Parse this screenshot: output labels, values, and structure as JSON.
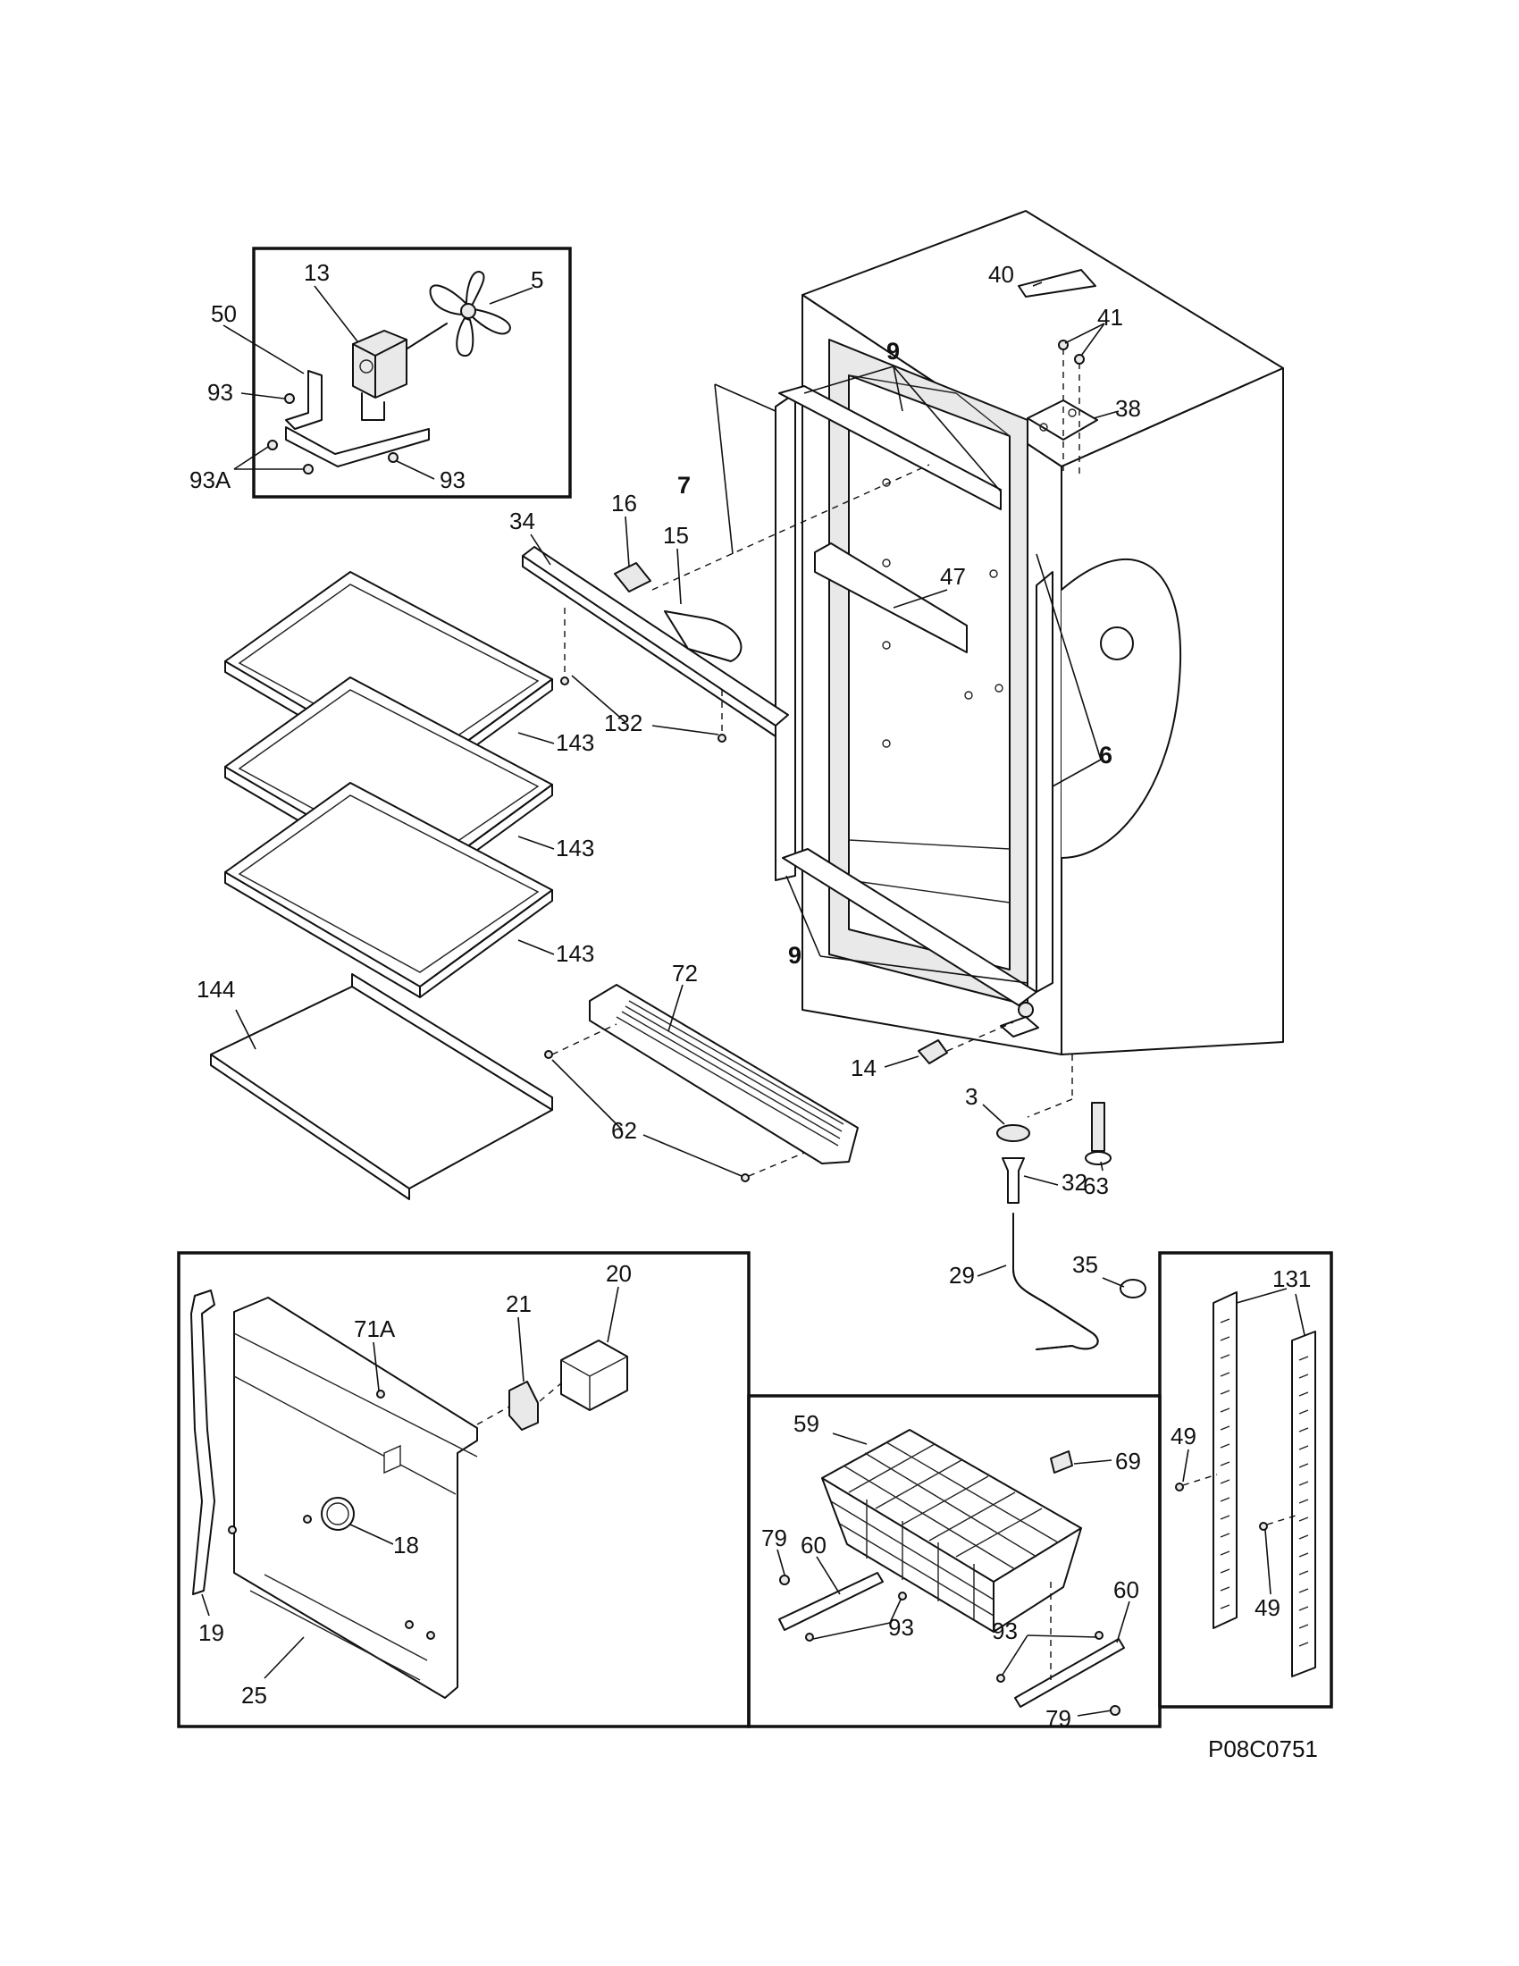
{
  "diagram": {
    "drawing_code": "P08C0751",
    "callouts": {
      "c_13": "13",
      "c_5": "5",
      "c_50": "50",
      "c_93_fan_top": "93",
      "c_93a": "93A",
      "c_93_fan_bot": "93",
      "c_40": "40",
      "c_41": "41",
      "c_38": "38",
      "c_9_top": "9",
      "c_7": "7",
      "c_16": "16",
      "c_15": "15",
      "c_34": "34",
      "c_47": "47",
      "c_132": "132",
      "c_6": "6",
      "c_143_a": "143",
      "c_143_b": "143",
      "c_143_c": "143",
      "c_144": "144",
      "c_72": "72",
      "c_9_bot": "9",
      "c_14": "14",
      "c_62": "62",
      "c_3": "3",
      "c_63": "63",
      "c_32": "32",
      "c_35": "35",
      "c_29": "29",
      "c_20": "20",
      "c_71a": "71A",
      "c_21": "21",
      "c_18": "18",
      "c_19": "19",
      "c_25": "25",
      "c_59": "59",
      "c_69": "69",
      "c_79_a": "79",
      "c_60_a": "60",
      "c_93_b1": "93",
      "c_93_b2": "93",
      "c_60_b": "60",
      "c_79_b": "79",
      "c_131": "131",
      "c_49_a": "49",
      "c_49_b": "49"
    }
  }
}
